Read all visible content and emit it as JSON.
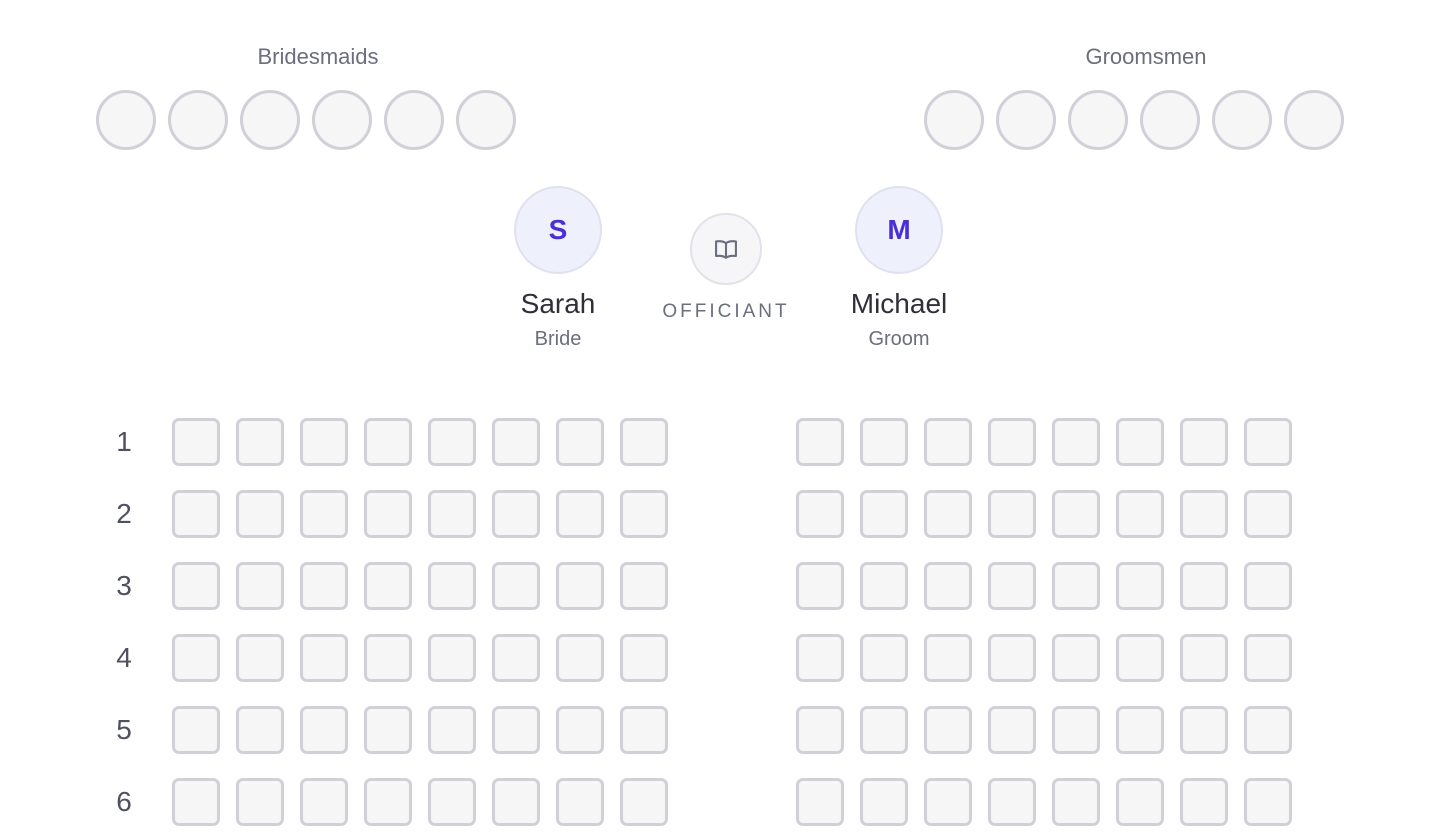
{
  "bridesmaids": {
    "label": "Bridesmaids",
    "slot_count": 6
  },
  "groomsmen": {
    "label": "Groomsmen",
    "slot_count": 6
  },
  "bride": {
    "initial": "S",
    "name": "Sarah",
    "role": "Bride"
  },
  "groom": {
    "initial": "M",
    "name": "Michael",
    "role": "Groom"
  },
  "officiant": {
    "label": "OFFICIANT",
    "icon": "book-icon"
  },
  "seating": {
    "rows": [
      "1",
      "2",
      "3",
      "4",
      "5",
      "6"
    ],
    "seats_per_side": 8
  },
  "colors": {
    "accent": "#4a2fd4",
    "avatar_bg": "#eef0fb",
    "slot_border": "#cfd0d8",
    "slot_fill": "#f6f6f6"
  }
}
